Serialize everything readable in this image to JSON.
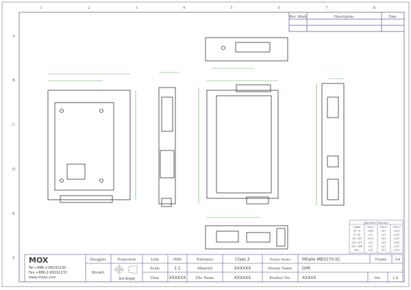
{
  "grid": {
    "columns": [
      "1",
      "2",
      "3",
      "4",
      "5",
      "6",
      "7",
      "8"
    ],
    "rows": [
      "A",
      "B",
      "C",
      "D",
      "E",
      "F"
    ]
  },
  "revision_table": {
    "headers": [
      "Rev. Mark",
      "Description",
      "Date"
    ]
  },
  "tolerance_table": {
    "title": "Specified Tolerance",
    "headers": [
      "Length",
      "Class 1",
      "Class 2",
      "Class 3"
    ],
    "rows": [
      [
        "0.5~<6",
        "±0.05",
        "±0.1",
        "±0.15"
      ],
      [
        "6~<30",
        "±0.1",
        "±0.2",
        "±0.25"
      ],
      [
        "30~<120",
        "±0.15",
        "±0.3",
        "±0.35"
      ],
      [
        "120~<315",
        "±0.2",
        "±0.4",
        "±0.45"
      ],
      [
        "315~<1000",
        "±0.3",
        "±0.5",
        "±0.55"
      ],
      [
        "500~",
        "±0.4",
        "±0.7",
        "±0.75"
      ]
    ]
  },
  "title_block": {
    "logo": "MOX",
    "tel": "Tel:+886-2-89191230",
    "fax": "Fax:+886-2-89191231",
    "web": "www.moxa.com",
    "designer_label": "Designer",
    "designer": "Vincent",
    "projection_label": "Porjection",
    "projection": "3rd Angle",
    "unit_label": "Unit",
    "unit": "mm",
    "scale_label": "Scale",
    "scale": "1:1",
    "date_label": "Date",
    "date": "XXXXXX",
    "tolerance_label": "Tolerance",
    "tolerance": "Class 2",
    "material_label": "Material",
    "material": "XXXXXX",
    "file_name_label": "File Name",
    "file_name": "XXXXXX",
    "product_model_label": "Product Model",
    "product_model": "MGate MB3170-SC",
    "drawn_name_label": "Drawn Name",
    "drawn_name": "DIM.",
    "product_no_label": "Product No.",
    "product_no": "XXXXX",
    "frame_label": "Frame",
    "frame": "A4",
    "ver_label": "Ver.",
    "ver": "1.0"
  },
  "colors": {
    "frame": "#8080b0",
    "drawing": "#333333",
    "dimension": "#4caf50"
  }
}
